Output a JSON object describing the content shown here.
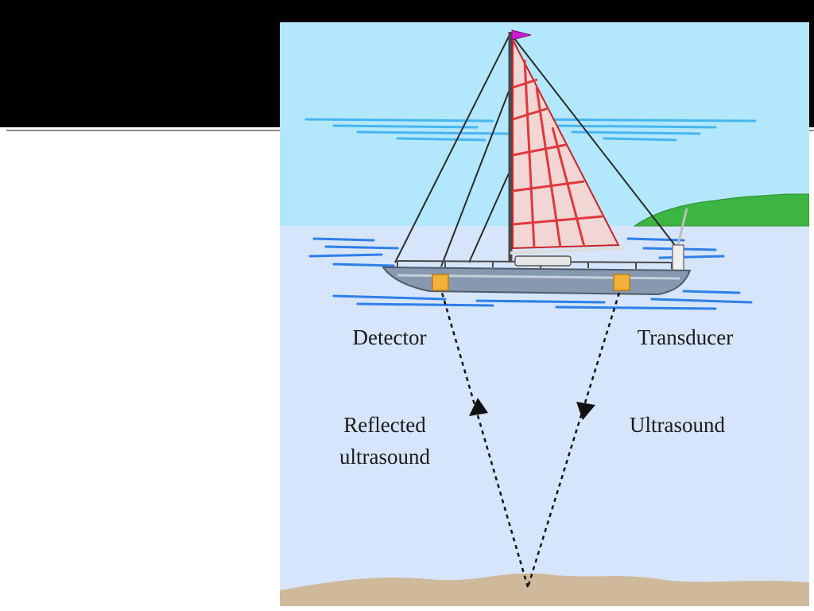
{
  "diagram": {
    "labels": {
      "detector": "Detector",
      "transducer": "Transducer",
      "reflected_line1": "Reflected",
      "reflected_line2": "ultrasound",
      "ultrasound": "Ultrasound"
    },
    "colors": {
      "sky": "#b3e7fb",
      "sea": "#d6e5fa",
      "sea_bottom": "#cfb99b",
      "sail": "#f2d6d4",
      "sail_seams": "#e0383d",
      "hull": "#8898ae",
      "sensor": "#f3b13a",
      "pennant": "#d21bd2",
      "land": "#3cb542",
      "water_ripple": "#2f7fe8"
    }
  }
}
